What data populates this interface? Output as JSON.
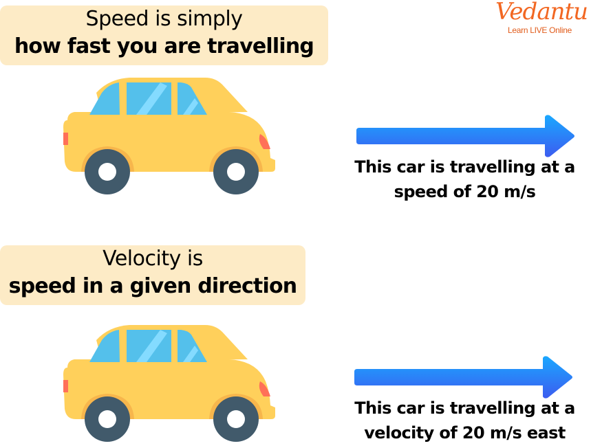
{
  "logo": {
    "brand": "Vedantu",
    "tagline": "Learn LIVE Online",
    "color": "#f26722"
  },
  "speed_section": {
    "heading_line1": "Speed is simply",
    "heading_line2": "how fast you are travelling",
    "caption_line1": "This car is travelling at a",
    "caption_line2": "speed of 20 m/s",
    "arrow_direction": "right"
  },
  "velocity_section": {
    "heading_line1": "Velocity is",
    "heading_line2": "speed in a given direction",
    "caption_line1": "This car is travelling at a",
    "caption_line2": "velocity of 20 m/s east",
    "arrow_direction": "right"
  },
  "colors": {
    "label_background": "#fdebc6",
    "car_body": "#ffd05b",
    "car_window": "#54c0eb",
    "car_window_glare": "#84dbff",
    "wheel": "#415a6b",
    "wheel_arch": "#f7b64c",
    "light": "#ff7058",
    "arrow_top": "#1aa3ff",
    "arrow_bottom": "#3c5cf0"
  }
}
